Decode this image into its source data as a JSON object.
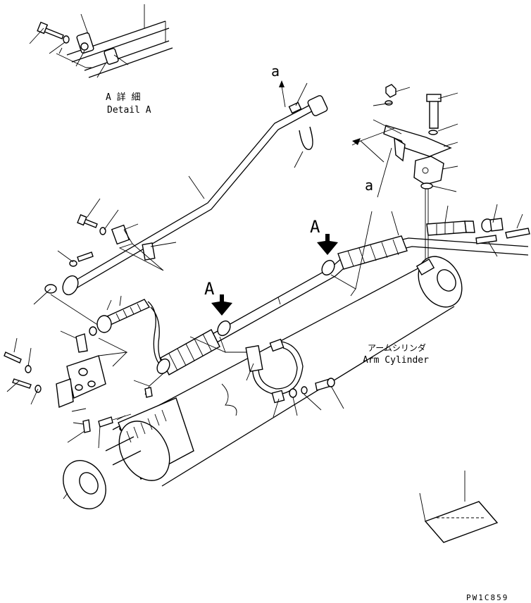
{
  "labels": {
    "detail_jp": "A 詳 細",
    "detail_en": "Detail A",
    "view_a_1": "A",
    "view_a_2": "A",
    "ref_a_top": "a",
    "ref_a_right": "a",
    "arm_cylinder_jp": "アームシリンダ",
    "arm_cylinder_en": "Arm Cylinder",
    "drawing_code": "PW1C859"
  }
}
